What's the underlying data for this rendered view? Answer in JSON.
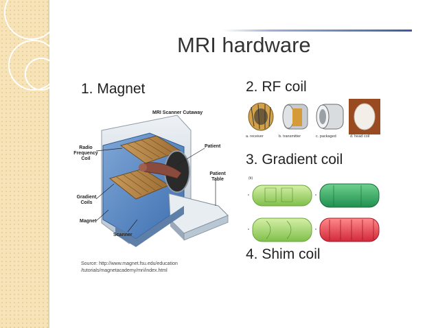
{
  "slide": {
    "title": "MRI hardware"
  },
  "sections": {
    "magnet": "1. Magnet",
    "rf_coil": "2. RF coil",
    "gradient_coil": "3. Gradient coil",
    "shim_coil": "4. Shim coil"
  },
  "magnet_figure": {
    "caption": "MRI Scanner Cutaway",
    "labels": {
      "rf_coil": "Radio Frequency Coil",
      "gradient_coils": "Gradient Coils",
      "magnet": "Magnet",
      "scanner": "Scanner",
      "patient": "Patient",
      "patient_table": "Patient Table"
    },
    "source_line1": "Source: http://www.magnet.fsu.edu/education",
    "source_line2": "/tutorials/magnetacademy/mri/index.html"
  },
  "rf_coil_figure": {
    "captions": [
      "a. receiver",
      "b. transmitter",
      "c. packaged",
      "d. head coil"
    ]
  },
  "gradient_figure": {
    "panel_label": "(b)"
  },
  "colors": {
    "sidebar": "#f6e3b8",
    "accent_line": "#3a5aa0"
  }
}
